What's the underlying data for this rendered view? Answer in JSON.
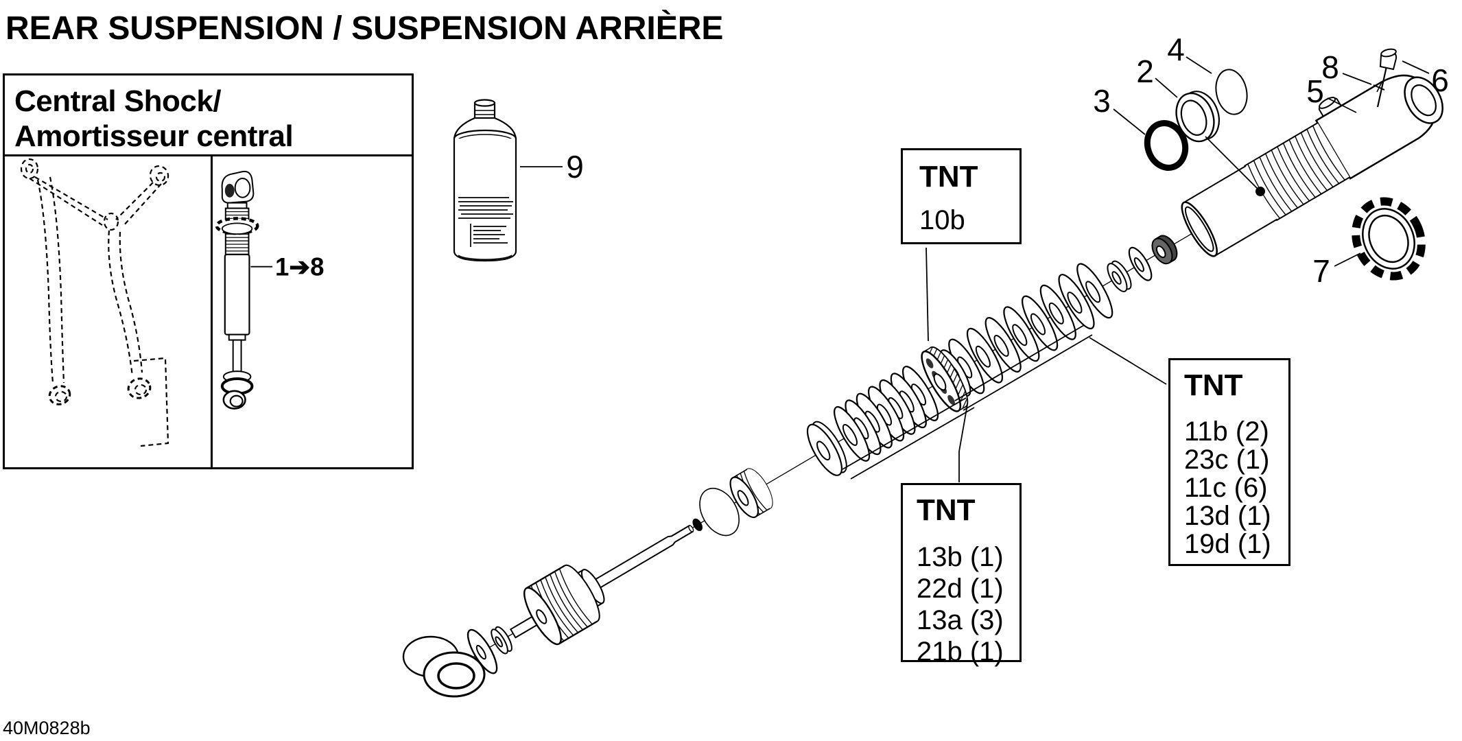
{
  "title": "REAR SUSPENSION / SUSPENSION ARRIÈRE",
  "doc_code": "40M0828b",
  "colors": {
    "ink": "#000000",
    "paper": "#ffffff"
  },
  "inset": {
    "title_line1": "Central Shock/",
    "title_line2": "Amortisseur central",
    "assembled_range_label": "1➔8"
  },
  "labels": {
    "p2": "2",
    "p3": "3",
    "p4": "4",
    "p5": "5",
    "p6": "6",
    "p7": "7",
    "p8": "8",
    "p9": "9"
  },
  "tnt": [
    {
      "title": "TNT",
      "items": [
        "10b"
      ]
    },
    {
      "title": "TNT",
      "items": [
        "11b (2)",
        "23c (1)",
        "11c (6)",
        "13d (1)",
        "19d (1)"
      ]
    },
    {
      "title": "TNT",
      "items": [
        "13b (1)",
        "22d (1)",
        "13a (3)",
        "21b (1)"
      ]
    }
  ]
}
